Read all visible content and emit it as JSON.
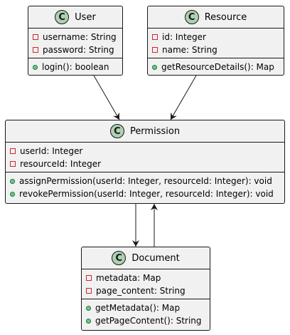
{
  "classes": {
    "user": {
      "badge": "C",
      "name": "User",
      "fields": [
        "username: String",
        "password: String"
      ],
      "methods": [
        "login(): boolean"
      ]
    },
    "resource": {
      "badge": "C",
      "name": "Resource",
      "fields": [
        "id: Integer",
        "name: String"
      ],
      "methods": [
        "getResourceDetails(): Map"
      ]
    },
    "permission": {
      "badge": "C",
      "name": "Permission",
      "fields": [
        "userId: Integer",
        "resourceId: Integer"
      ],
      "methods": [
        "assignPermission(userId: Integer, resourceId: Integer): void",
        "revokePermission(userId: Integer, resourceId: Integer): void"
      ]
    },
    "document": {
      "badge": "C",
      "name": "Document",
      "fields": [
        "metadata: Map",
        "page_content: String"
      ],
      "methods": [
        "getMetadata(): Map",
        "getPageContent(): String"
      ]
    }
  },
  "colors": {
    "box_fill": "#f1f1f1",
    "border": "#181818",
    "class_badge": "#add1b2",
    "private_marker": "#c82930",
    "public_marker": "#84be84"
  }
}
